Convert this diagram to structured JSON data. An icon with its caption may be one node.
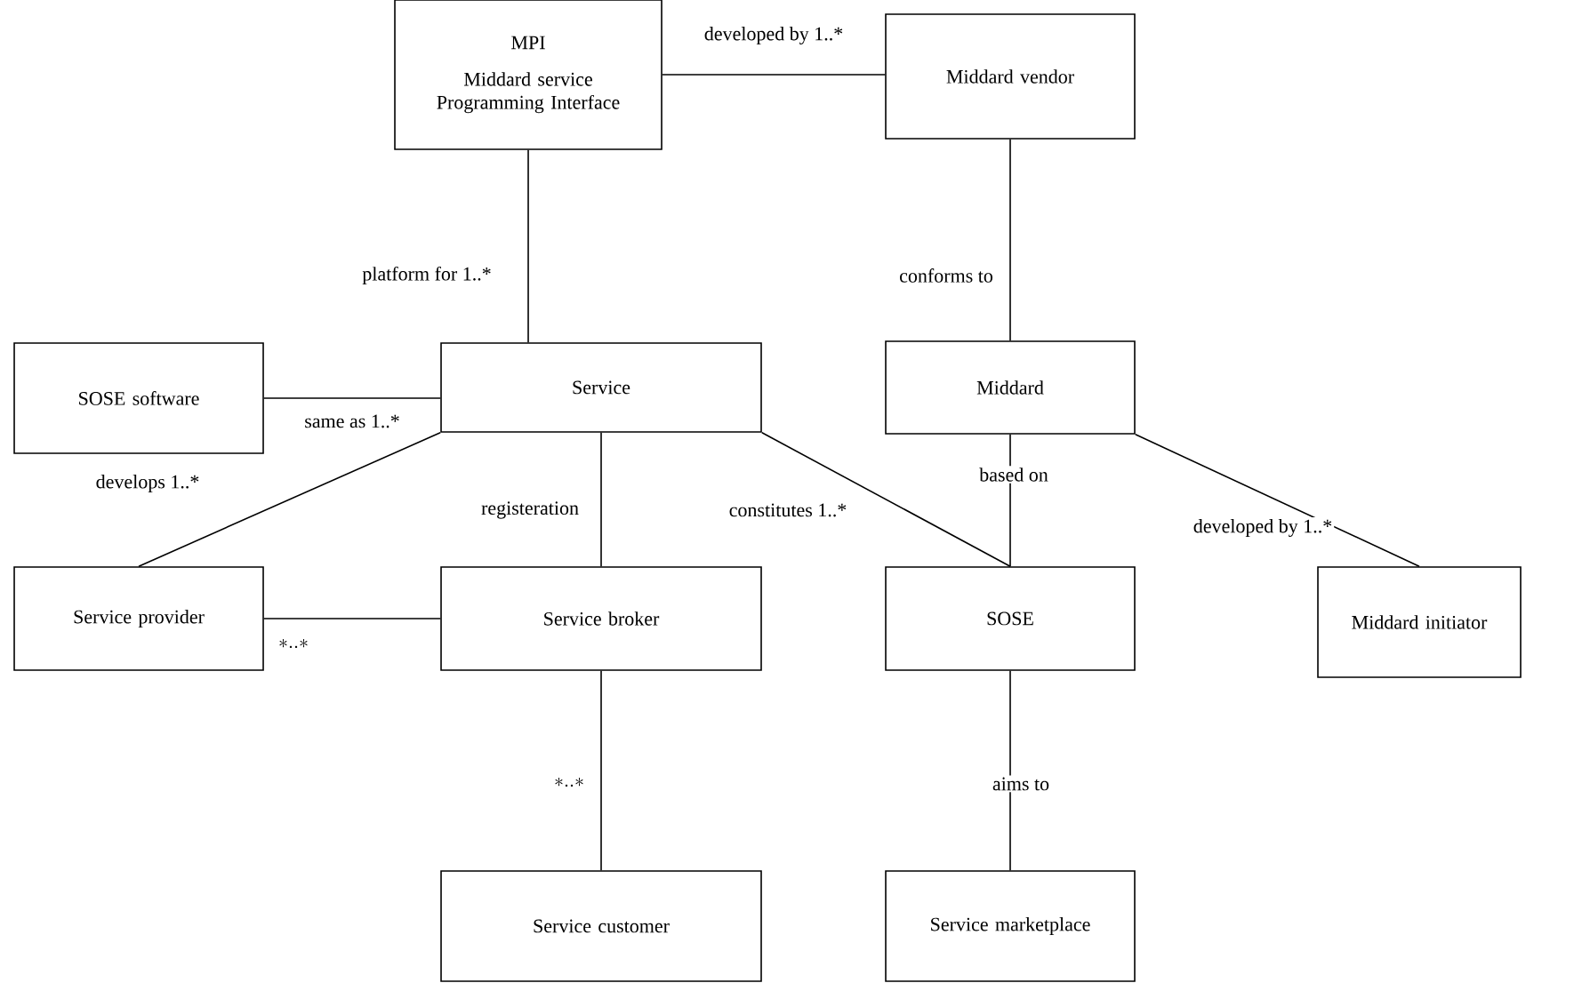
{
  "diagram": {
    "nodes": [
      {
        "text": [
          "MPI",
          "Middard service Programming Interface"
        ]
      },
      {
        "text": [
          "Middard vendor"
        ]
      },
      {
        "text": [
          "SOSE software"
        ]
      },
      {
        "text": [
          "Service"
        ]
      },
      {
        "text": [
          "Middard"
        ]
      },
      {
        "text": [
          "Service provider"
        ]
      },
      {
        "text": [
          "Service broker"
        ]
      },
      {
        "text": [
          "SOSE"
        ]
      },
      {
        "text": [
          "Middard initiator"
        ]
      },
      {
        "text": [
          "Service customer"
        ]
      },
      {
        "text": [
          "Service marketplace"
        ]
      }
    ],
    "edges": [
      {
        "from": 0,
        "to": 1,
        "arrow": "none",
        "label": "developed by 1..*"
      },
      {
        "from": 0,
        "to": 3,
        "arrow": "none",
        "label": "platform for 1..*"
      },
      {
        "from": 1,
        "to": 4,
        "arrow": "none",
        "label": "conforms to"
      },
      {
        "from": 2,
        "to": 3,
        "arrow": "none",
        "label": "same as 1..*"
      },
      {
        "from": 5,
        "to": 3,
        "arrow": "none",
        "label": "develops 1..*"
      },
      {
        "from": 6,
        "to": 3,
        "arrow": "none",
        "label": "registeration"
      },
      {
        "from": 3,
        "to": 7,
        "arrow": "none",
        "label": "constitutes 1..*"
      },
      {
        "from": 7,
        "to": 4,
        "arrow": "none",
        "label": "based on"
      },
      {
        "from": 4,
        "to": 8,
        "arrow": "none",
        "label": "developed by 1..*"
      },
      {
        "from": 5,
        "to": 6,
        "arrow": "none",
        "label": "*..*"
      },
      {
        "from": 6,
        "to": 9,
        "arrow": "none",
        "label": "*..*"
      },
      {
        "from": 7,
        "to": 10,
        "arrow": "none",
        "label": "aims to"
      }
    ]
  }
}
